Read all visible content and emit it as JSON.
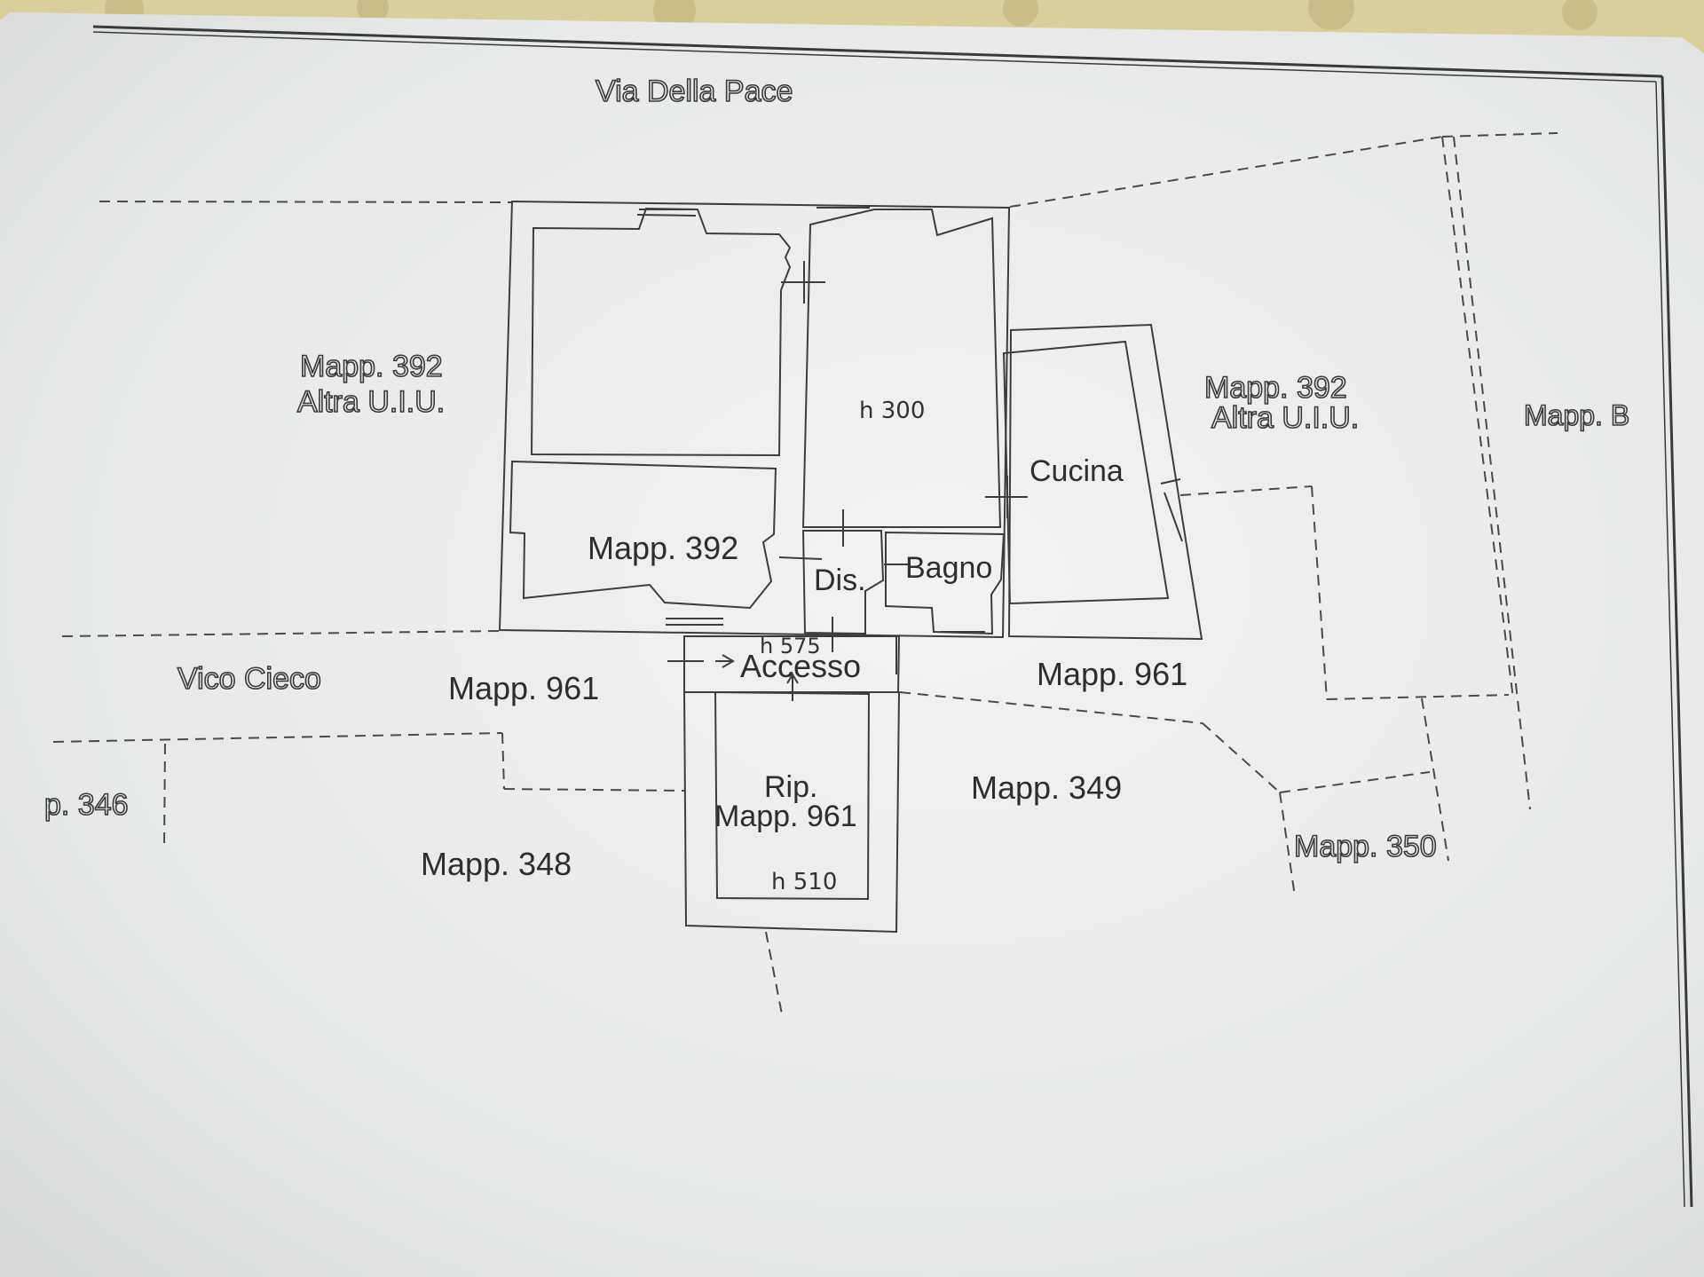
{
  "plan": {
    "street_top": "Via Della Pace",
    "street_left": "Vico Cieco",
    "rooms": {
      "height_main": "h 300",
      "kitchen": "Cucina",
      "main_parcel": "Mapp. 392",
      "hall": "Dis.",
      "bathroom": "Bagno",
      "height_entry": "h 575",
      "entry": "Accesso",
      "storage": "Rip.",
      "storage_parcel": "Mapp. 961",
      "height_storage": "h 510"
    },
    "parcels": {
      "left_parcel": "Mapp. 392",
      "left_note": "Altra U.I.U.",
      "right_parcel": "Mapp. 392",
      "right_note": "Altra U.I.U.",
      "far_right": "Mapp. B",
      "lower_left_961": "Mapp. 961",
      "lower_right_961": "Mapp. 961",
      "p346": "p. 346",
      "p348": "Mapp. 348",
      "p349": "Mapp. 349",
      "p350": "Mapp. 350"
    }
  }
}
